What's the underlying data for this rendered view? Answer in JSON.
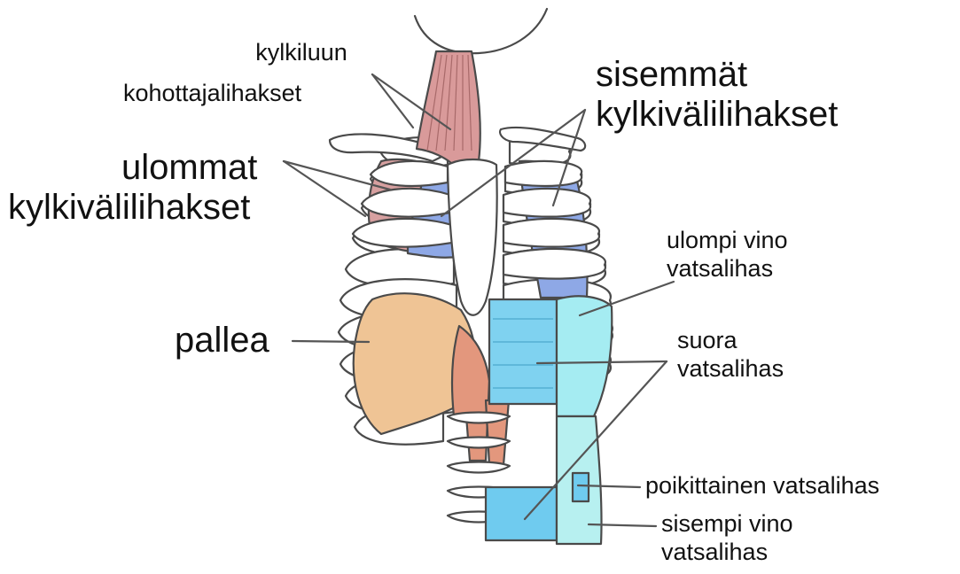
{
  "colors": {
    "background": "#ffffff",
    "outline": "#4a4a4a",
    "bone": "#ffffff",
    "levator_costae_muscle": "#d99a9a",
    "external_intercostal_muscle": "#d7a0a0",
    "internal_intercostal_muscle": "#8ea8e6",
    "diaphragm": "#efc495",
    "diaphragm_crus": "#e3977d",
    "rectus_abdominis": "#7fd2f0",
    "external_oblique": "#a5ecf2",
    "transverse_abdominis": "#6fcbef",
    "internal_oblique": "#b7f0f0",
    "leader_line": "#555555",
    "label_text": "#111111"
  },
  "labels": {
    "levator_costae": [
      "kylkiluun",
      "kohottajalihakset"
    ],
    "internal_intercostals": [
      "sisemmät",
      "kylkivälilihakset"
    ],
    "external_intercostals": [
      "ulommat",
      "kylkivälilihakset"
    ],
    "external_oblique": [
      "ulompi vino",
      "vatsalihas"
    ],
    "diaphragm": [
      "pallea"
    ],
    "rectus_abdominis": [
      "suora",
      "vatsalihas"
    ],
    "transverse_abdominis": [
      "poikittainen vatsalihas"
    ],
    "internal_oblique": [
      "sisempi vino",
      "vatsalihas"
    ]
  }
}
